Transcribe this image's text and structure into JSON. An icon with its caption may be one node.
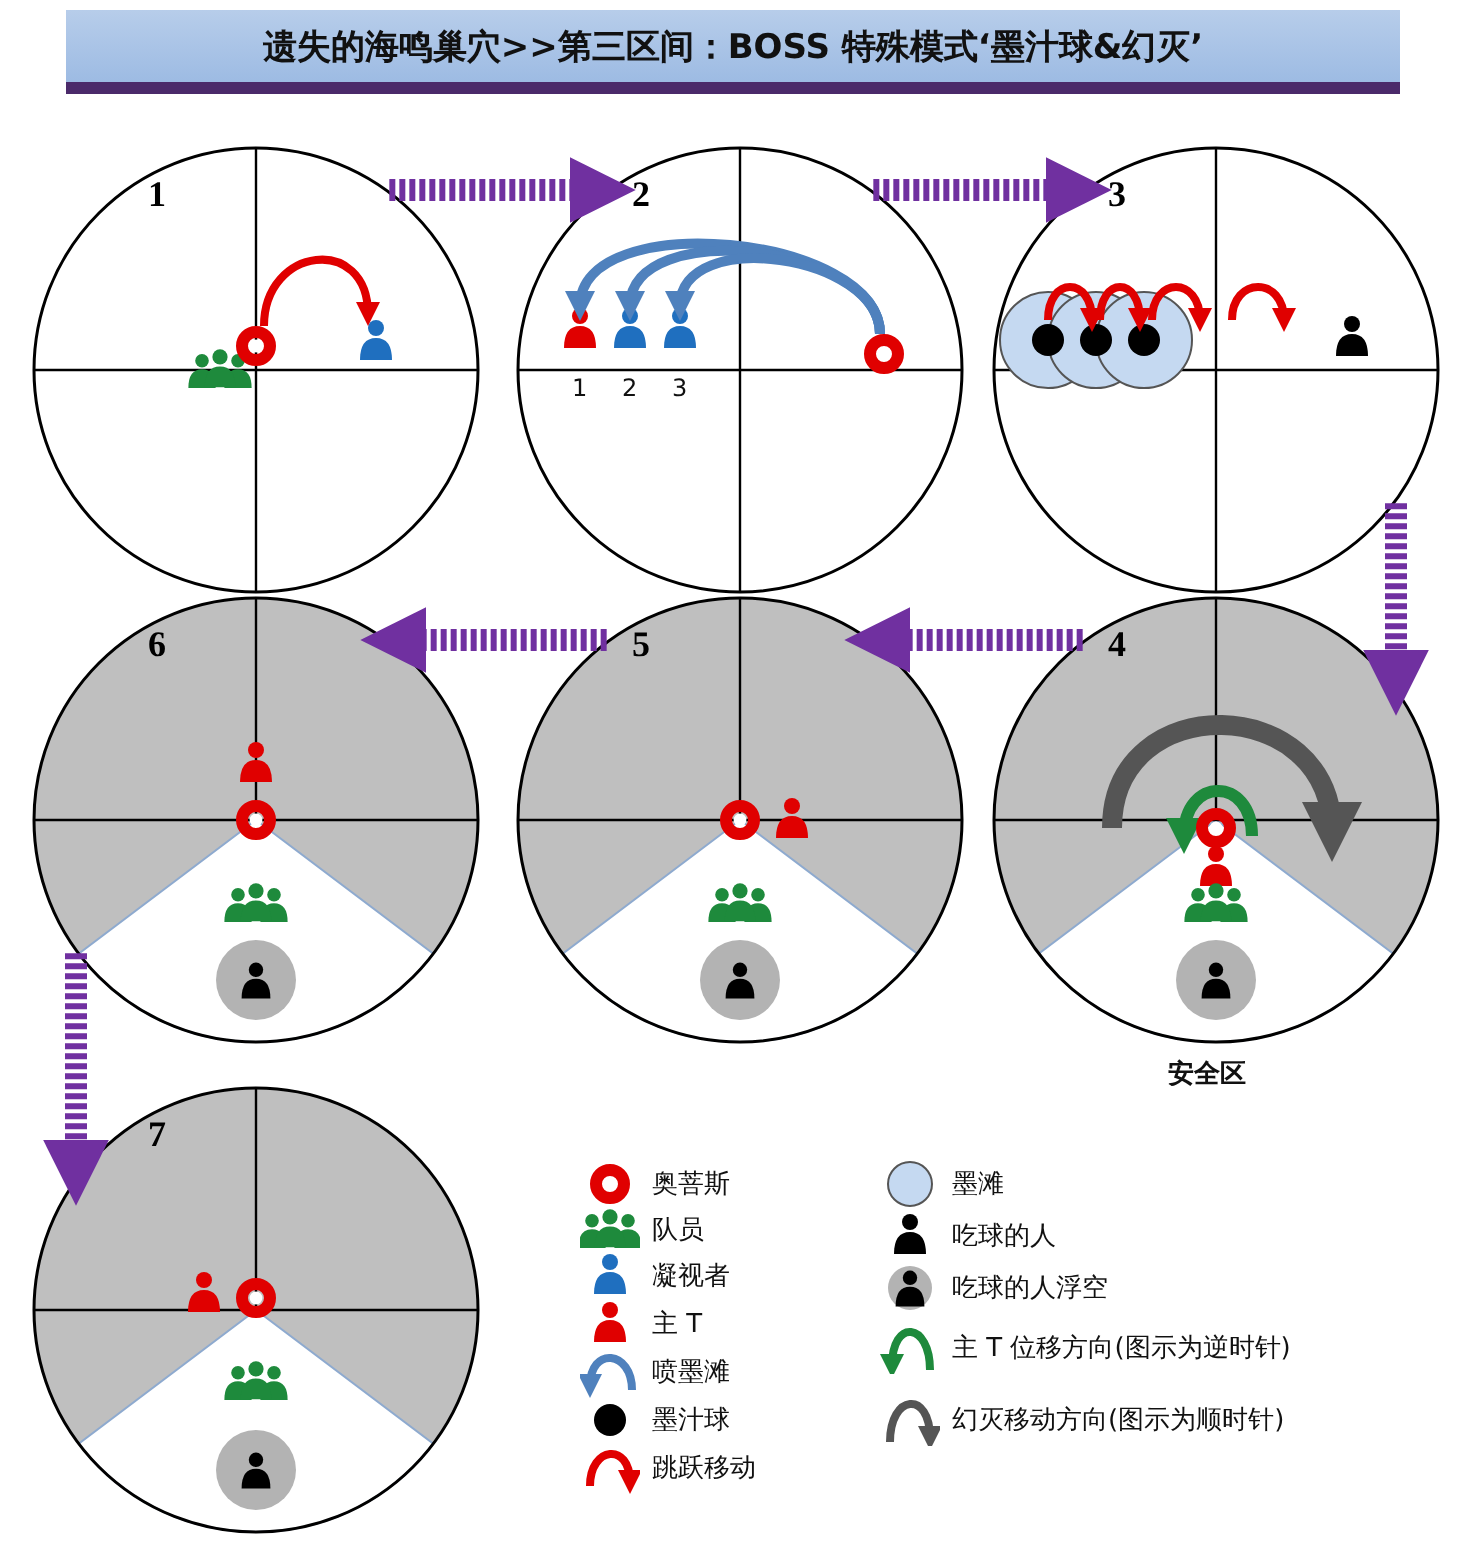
{
  "diagram": {
    "title": "遗失的海鸣巢穴>>第三区间：BOSS 特殊模式‘墨汁球&幻灭’",
    "nodes": [
      {
        "text": [
          "1"
        ]
      },
      {
        "text": [
          "2"
        ]
      },
      {
        "text": [
          "3"
        ]
      },
      {
        "text": [
          "6"
        ]
      },
      {
        "text": [
          "5"
        ]
      },
      {
        "text": [
          "4"
        ],
        "beside": [
          "安全区"
        ]
      },
      {
        "text": [
          "7"
        ]
      }
    ],
    "edges": [
      {
        "from": 0,
        "to": 1,
        "arrow": "to"
      },
      {
        "from": 1,
        "to": 2,
        "arrow": "to"
      },
      {
        "from": 2,
        "to": 5,
        "arrow": "to"
      },
      {
        "from": 5,
        "to": 4,
        "arrow": "to"
      },
      {
        "from": 4,
        "to": 3,
        "arrow": "to"
      },
      {
        "from": 3,
        "to": 6,
        "arrow": "to"
      }
    ],
    "labels": [
      "1",
      "2",
      "3"
    ],
    "legend": [
      {
        "text": "奥菩斯"
      },
      {
        "text": "队员"
      },
      {
        "text": "凝视者"
      },
      {
        "text": "主 T"
      },
      {
        "text": "喷墨滩"
      },
      {
        "text": "墨汁球"
      },
      {
        "text": "跳跃移动"
      },
      {
        "text": "墨滩"
      },
      {
        "text": "吃球的人"
      },
      {
        "text": "吃球的人浮空"
      },
      {
        "text": "主 T 位移方向(图示为逆时针)"
      },
      {
        "text": "幻灭移动方向(图示为顺时针)"
      }
    ]
  }
}
